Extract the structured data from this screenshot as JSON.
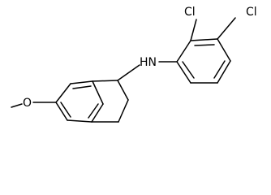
{
  "molecule": {
    "atoms": {
      "chlorine_top": "Cl",
      "chlorine_right": "Cl",
      "amine": "HN",
      "ether_oxygen": "O"
    },
    "colors": {
      "bond": "#000000",
      "label": "#000000",
      "background": "#ffffff"
    }
  }
}
